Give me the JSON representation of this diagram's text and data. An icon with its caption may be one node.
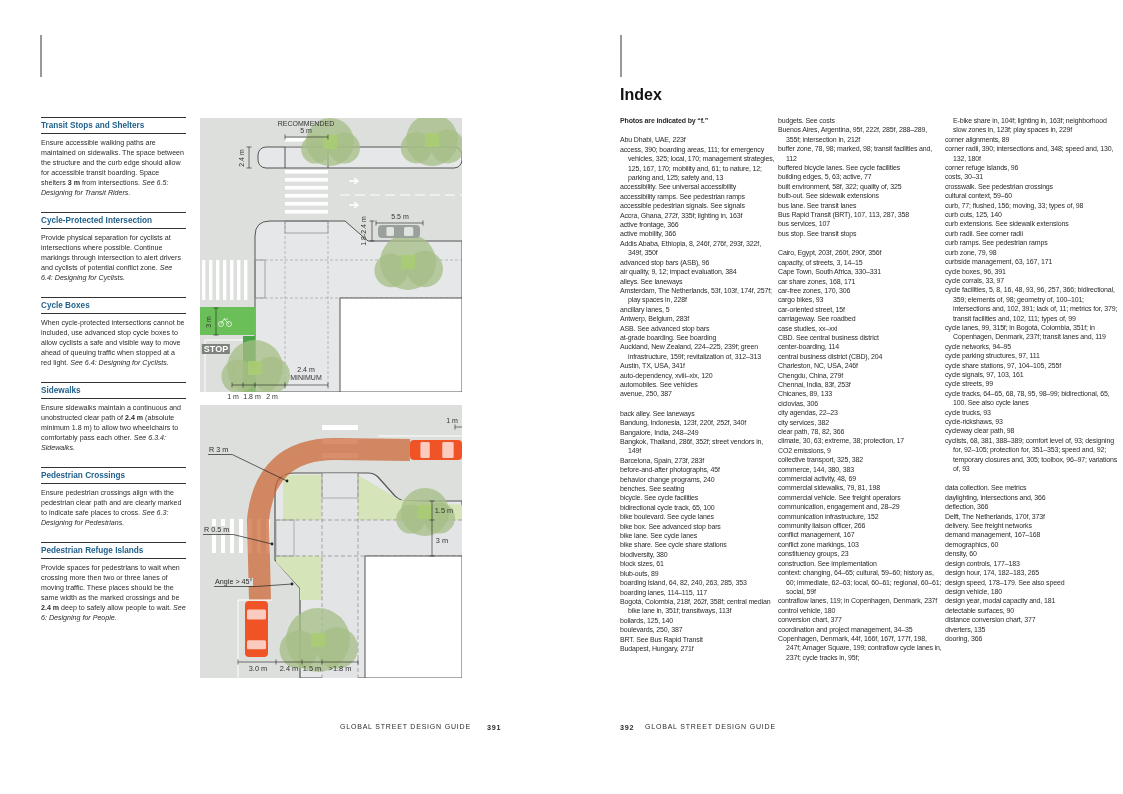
{
  "diagram": {
    "nodes": [
      {
        "text": [
          "R 3 m"
        ]
      },
      {
        "text": [
          "R 0.5 m"
        ]
      },
      {
        "text": [
          "Angle > 45°"
        ]
      }
    ],
    "edges": [
      {
        "from": 0,
        "to": null,
        "arrow": "other"
      },
      {
        "from": 1,
        "to": null,
        "arrow": "other"
      },
      {
        "from": 2,
        "to": null,
        "arrow": "other"
      }
    ],
    "labels": [
      "Transit Stops and Shelters",
      "Ensure accessible walking paths are maintained on sidewalks. The space between the structure and the curb edge should allow for accessible transit boarding. Space shelters **3 m** from intersections. *See 6.5: Designing for Transit Riders.*",
      "Cycle-Protected Intersection",
      "Provide physical separation for cyclists at intersections where possible. Continue markings through intersection to alert drivers and cyclists of potential conflict zone. *See 6.4: Designing for Cyclists.*",
      "Cycle Boxes",
      "When cycle-protected intersections cannot be included, use advanced stop cycle boxes to allow cyclists a safe and visible way to move ahead of queuing traffic when stopped at a red light. *See 6.4: Designing for Cyclists.*",
      "Sidewalks",
      "Ensure sidewalks maintain a continuous and unobstructed clear path of **2.4 m** (absolute minimum 1.8 m) to allow two wheelchairs to comfortably pass each other. *See 6.3.4: Sidewalks.*",
      "Pedestrian Crossings",
      "Ensure pedestrian crossings align with the pedestrian clear path and are clearly marked to indicate safe places to cross. *See 6.3: Designing for Pedestrians.*",
      "Pedestrian Refuge Islands",
      "Provide spaces for pedestrians to wait when crossing more then two or three lanes of moving traffic. These places should be the same width as the marked crossings and be **2.4 m** deep to safely allow people to wait. *See 6: Designing for People.*",
      "RECOMMENDED",
      "5 m",
      "2.4 m",
      "5.5 m",
      "1.8-2.4 m",
      "3 m",
      "STOP",
      "2.4 m",
      "MINIMUM",
      "1 m",
      "1.8 m",
      "2 m",
      "1 m",
      "1.5 m",
      "3 m",
      "3.0 m",
      "2.4 m",
      "1.5 m",
      ">1.8 m",
      "GLOBAL STREET DESIGN GUIDE",
      "391",
      "Index",
      "Photos are indicated by “f.”",
      "Abu Dhabi, UAE, 223f",
      "access, 390; boarding areas, 111; for emergency vehicles, 325; local, 170; management strategies, 125, 167, 170; mobility and, 61; to nature, 12; parking and, 125; safety and, 13",
      "accessibility. See universal accessibility",
      "accessibility ramps. See pedestrian ramps",
      "accessible pedestrian signals. See signals",
      "Accra, Ghana, 272f, 335f; lighting in, 163f",
      "active frontage, 366",
      "active mobility, 366",
      "Addis Ababa, Ethiopia, 8, 246f, 276f, 293f, 322f, 349f, 350f",
      "advanced stop bars (ASB), 96",
      "air quality, 9, 12; impact evaluation, 384",
      "alleys. See laneways",
      "Amsterdam, The Netherlands, 53f, 103f, 174f, 257f; play spaces in, 228f",
      "ancillary lanes, 5",
      "Antwerp, Belgium, 283f",
      "ASB. See advanced stop bars",
      "at-grade boarding. See boarding",
      "Auckland, New Zealand, 224–225, 239f; green infrastructure, 159f; revitalization of, 312–313",
      "Austin, TX, USA, 341f",
      "auto-dependency, xviii–xix, 120",
      "automobiles. See vehicles",
      "avenue, 250, 387",
      "back alley. See laneways",
      "Bandung, Indonesia, 123f, 220f, 252f, 340f",
      "Bangalore, India, 248–249",
      "Bangkok, Thailand, 286f, 352f; street vendors in, 149f",
      "Barcelona, Spain, 273f, 283f",
      "before-and-after photographs, 45f",
      "behavior change programs, 240",
      "benches. See seating",
      "bicycle. See cycle facilities",
      "bidirectional cycle track, 65, 100",
      "bike boulevard. See cycle lanes",
      "bike box. See advanced stop bars",
      "bike lane. See cycle lanes",
      "bike share. See cycle share stations",
      "biodiversity, 380",
      "block sizes, 61",
      "blub-outs, 89",
      "boarding island, 64, 82, 240, 263, 285, 353",
      "boarding lanes, 114–115, 117",
      "Bogotá, Colombia, 218f, 262f, 358f; central median bike lane in, 351f; transitways, 113f",
      "bollards, 125, 140",
      "boulevards, 250, 387",
      "BRT. See Bus Rapid Transit",
      "Budapest, Hungary, 271f",
      "budgets. See costs",
      "Buenos Aires, Argentina, 95f, 222f, 285f, 288–289, 355f; intersection in, 212f",
      "buffer zone, 78, 98; marked, 98; transit facilities and, 112",
      "buffered bicycle lanes. See cycle facilities",
      "building edges, 5, 63; active, 77",
      "built environment, 58f, 322; quality of, 325",
      "bulb-out. See sidewalk extensions",
      "bus lane. See transit lanes",
      "Bus Rapid Transit (BRT), 107, 113, 287, 358",
      "bus services, 107",
      "bus stop. See transit stops",
      "Cairo, Egypt, 203f, 260f, 290f, 356f",
      "capacity, of streets, 3, 14–15",
      "Cape Town, South Africa, 330–331",
      "car share zones, 168, 171",
      "car-free zones, 170, 306",
      "cargo bikes, 93",
      "car-oriented street, 15f",
      "carriageway. See roadbed",
      "case studies, xx–xxi",
      "CBD. See central business district",
      "center-boarding, 114",
      "central business district (CBD), 204",
      "Charleston, NC, USA, 246f",
      "Chengdu, China, 279f",
      "Chennai, India, 83f, 253f",
      "Chicanes, 89, 133",
      "ciclovias, 306",
      "city agendas, 22–23",
      "city services, 382",
      "clear path, 78, 82, 366",
      "climate, 30, 63; extreme, 38; protection, 17",
      "CO2 emissions, 9",
      "collective transport, 325, 382",
      "commerce, 144, 380, 383",
      "commercial activity, 48, 69",
      "commercial sidewalks, 79, 81, 198",
      "commercial vehicle. See freight operators",
      "communication, engagement and, 28–29",
      "communication infrastructure, 152",
      "community liaison officer, 266",
      "conflict management, 167",
      "conflict zone markings, 103",
      "constituency groups, 23",
      "construction. See implementation",
      "context: changing, 64–65; cultural, 59–60; history as, 60; immediate, 62–63; local, 60–61; regional, 60–61; social, 59f",
      "contraflow lanes, 119; in Copenhagen, Denmark, 237f",
      "control vehicle, 180",
      "conversion chart, 377",
      "coordination and project management, 34–35",
      "Copenhagen, Denmark, 44f, 166f, 167f, 177f, 198, 247f; Amager Square, 199; contraflow cycle lanes in, 237f; cycle tracks in, 95f;",
      "E-bike share in, 104f; lighting in, 163f; neighborhood slow zones in, 123f; play spaces in, 229f",
      "corner alignments, 89",
      "corner radii, 390; intersections and, 348; speed and, 130, 132, 180f",
      "corner refuge islands, 96",
      "costs, 30–31",
      "crosswalk. See pedestrian crossings",
      "cultural context, 59–60",
      "curb, 77; flushed, 156; moving, 33; types of, 98",
      "curb cuts, 125, 140",
      "curb extensions. See sidewalk extensions",
      "curb radii. See corner radii",
      "curb ramps. See pedestrian ramps",
      "curb zone, 79, 98",
      "curbside management, 63, 167, 171",
      "cycle boxes, 96, 391",
      "cycle corrals, 33, 97",
      "cycle facilities, 5, 8, 16, 48, 93, 96, 257, 366; bidirectional, 359; elements of, 98; geometry of, 100–101; intersections and, 102, 391; lack of, 11; metrics for, 379; transit facilities and, 102, 111; types of, 99",
      "cycle lanes, 99, 315f; in Bogotá, Colombia, 351f; in Copenhagen, Denmark, 237f; transit lanes and, 119",
      "cycle networks, 94–95",
      "cycle parking structures, 97, 111",
      "cycle share stations, 97, 104–105, 255f",
      "cycle signals, 97, 103, 161",
      "cycle streets, 99",
      "cycle tracks, 64–65, 68, 78, 95, 98–99; bidirectional, 65, 100. See also cycle lanes",
      "cycle trucks, 93",
      "cycle-rickshaws, 93",
      "cycleway clear path, 98",
      "cyclists, 68, 381, 388–389; comfort level of, 93; designing for, 92–105; protection for, 351–353; speed and, 92; temporary closures and, 305; toolbox, 96–97; variations of, 93",
      "data collection. See metrics",
      "daylighting, intersections and, 366",
      "deflection, 366",
      "Delft, The Netherlands, 170f, 373f",
      "delivery. See freight networks",
      "demand management, 167–168",
      "demographics, 60",
      "density, 60",
      "design controls, 177–183",
      "design hour, 174, 182–183, 265",
      "design speed, 178–179. See also speed",
      "design vehicle, 180",
      "design year, modal capacity and, 181",
      "detectable surfaces, 90",
      "distance conversion chart, 377",
      "diverters, 135",
      "dooring, 366",
      "392",
      "GLOBAL STREET DESIGN GUIDE"
    ]
  }
}
